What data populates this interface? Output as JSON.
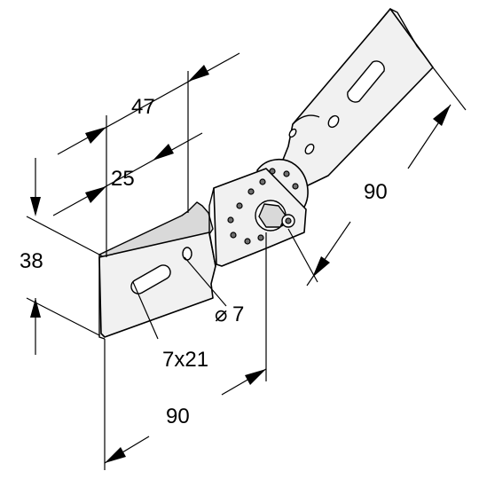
{
  "dimensions": {
    "width_47": "47",
    "slot_25": "25",
    "height_38": "38",
    "length_left_90": "90",
    "length_right_90": "90",
    "slot_7x21": "7x21",
    "hole_diameter_7": "7"
  },
  "symbols": {
    "diameter": "⌀"
  },
  "colors": {
    "line": "#000000",
    "metal": "#f1f1f1",
    "metal_shade": "#d9d9d9"
  }
}
